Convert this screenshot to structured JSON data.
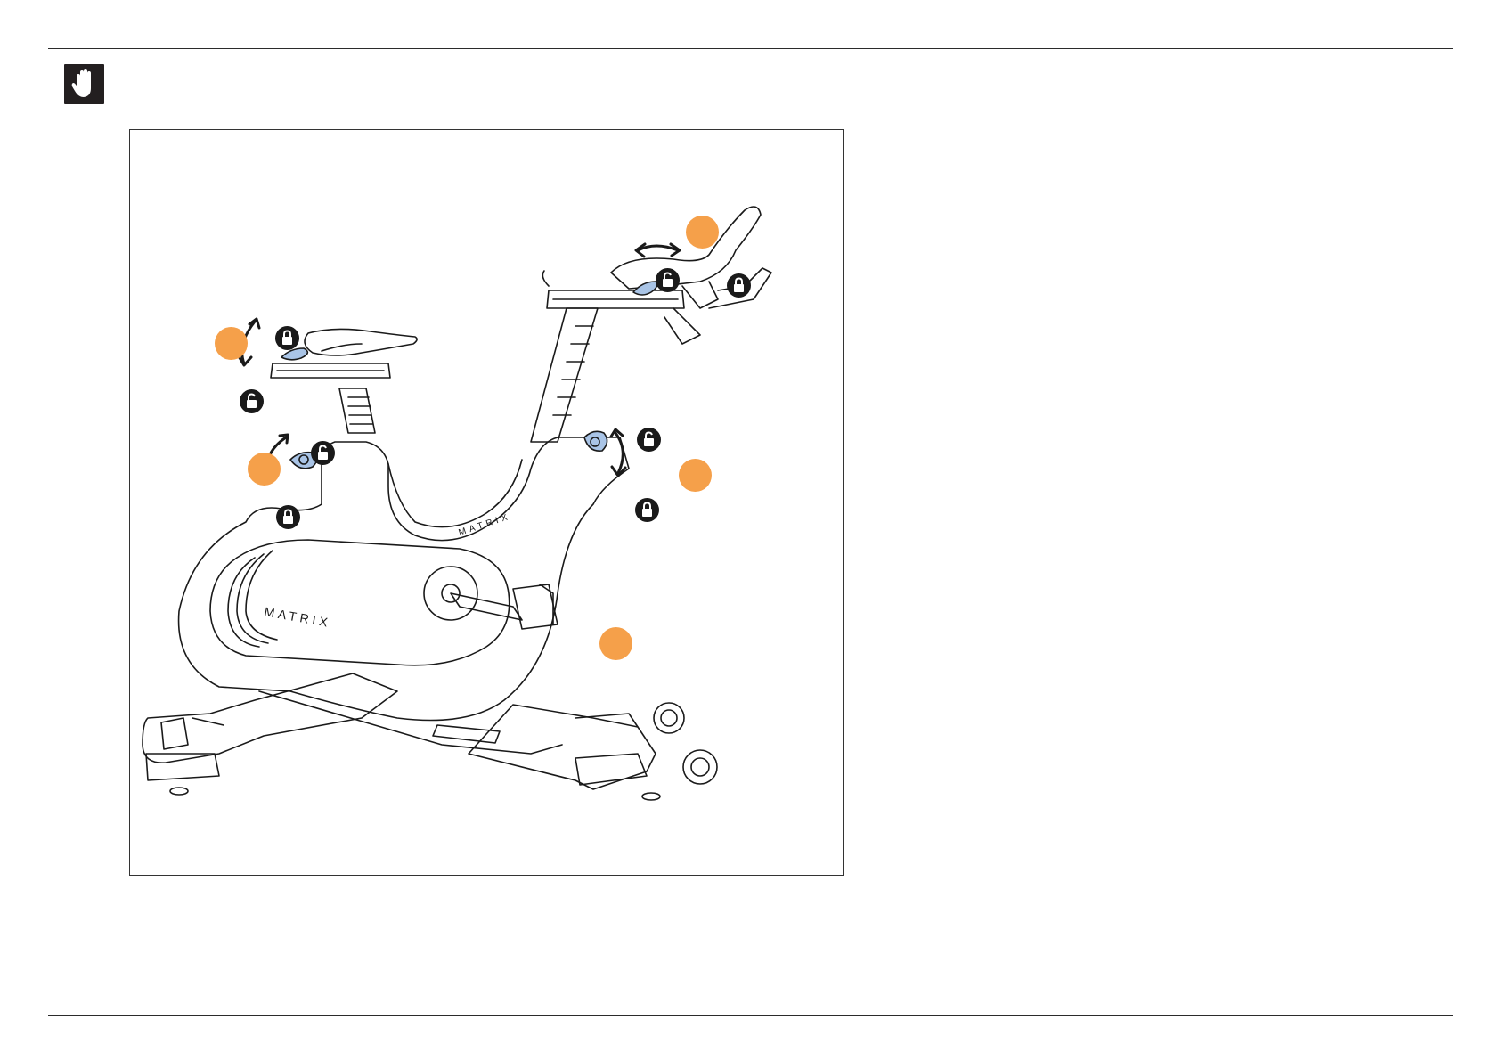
{
  "colors": {
    "accent": "#f5a04a",
    "lever": "#a9c4e6",
    "ink": "#1a1a1a"
  },
  "header_icon": "stop-hand-icon",
  "figure": {
    "subject": "indoor-cycle-bike",
    "brand_marks": [
      "MATRIX",
      "MATRIX"
    ],
    "callouts": [
      {
        "id": "handlebar-adjust",
        "icon": "orange-callout"
      },
      {
        "id": "seat-fore-aft-adjust",
        "icon": "orange-callout"
      },
      {
        "id": "seat-height-adjust",
        "icon": "orange-callout"
      },
      {
        "id": "handlebar-height-adjust",
        "icon": "orange-callout"
      },
      {
        "id": "pedal",
        "icon": "orange-callout"
      }
    ],
    "lock_icons": [
      {
        "group": "handlebar-adjust",
        "state": "unlocked"
      },
      {
        "group": "handlebar-adjust",
        "state": "locked"
      },
      {
        "group": "seat-fore-aft-adjust",
        "state": "locked"
      },
      {
        "group": "seat-fore-aft-adjust",
        "state": "unlocked"
      },
      {
        "group": "seat-height-adjust",
        "state": "unlocked"
      },
      {
        "group": "seat-height-adjust",
        "state": "locked"
      },
      {
        "group": "handlebar-height-adjust",
        "state": "unlocked"
      },
      {
        "group": "handlebar-height-adjust",
        "state": "locked"
      }
    ]
  }
}
